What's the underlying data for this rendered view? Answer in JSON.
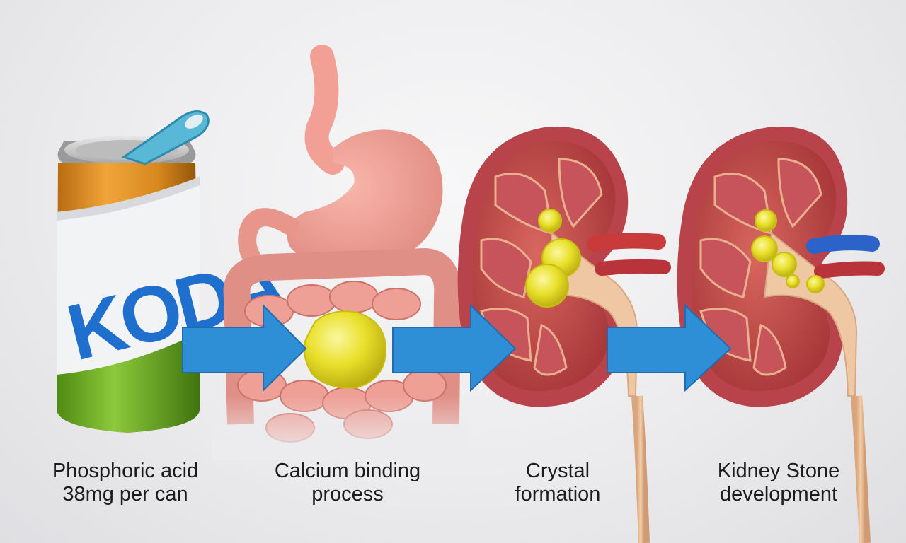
{
  "can": {
    "brand_text": "KODA"
  },
  "steps": [
    {
      "line1": "Phosphoric acid",
      "line2": "38mg per can"
    },
    {
      "line1": "Calcium binding",
      "line2": "process"
    },
    {
      "line1": "Crystal",
      "line2": "formation"
    },
    {
      "line1": "Kidney Stone",
      "line2": "development"
    }
  ],
  "colors": {
    "arrow": "#2f8fd6",
    "stone": "#e6e02c",
    "kidney": "#c94a4a",
    "intestine": "#e79a90",
    "stomach": "#f2a096",
    "vein": "#2b63c8"
  },
  "icons": [
    "soda-can-icon",
    "digestive-system-icon",
    "kidney-crystal-icon",
    "kidney-stone-icon",
    "flow-arrow-icon"
  ]
}
